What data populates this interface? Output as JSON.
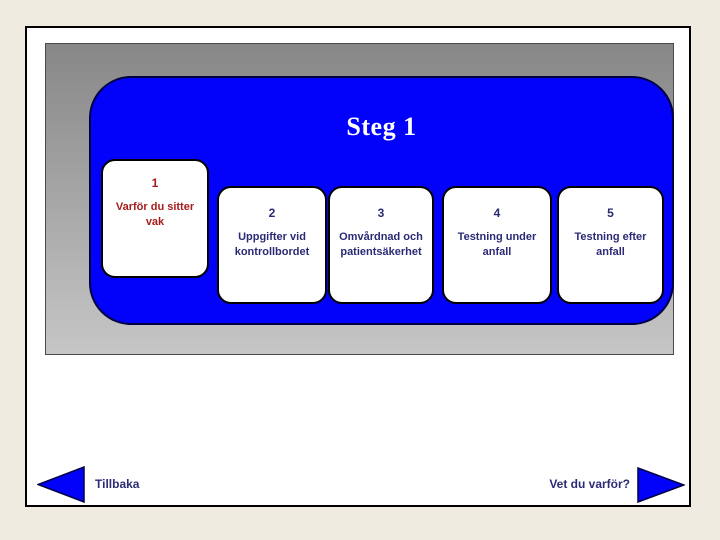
{
  "panel": {
    "title": "Steg 1"
  },
  "cards": [
    {
      "number": "1",
      "label": "Varför du sitter vak"
    },
    {
      "number": "2",
      "label": "Uppgifter vid kontrollbordet"
    },
    {
      "number": "3",
      "label": "Omvårdnad och patientsäkerhet"
    },
    {
      "number": "4",
      "label": "Testning under anfall"
    },
    {
      "number": "5",
      "label": "Testning efter anfall"
    }
  ],
  "nav": {
    "back_label": "Tillbaka",
    "forward_label": "Vet du varför?"
  },
  "colors": {
    "page_bg": "#F0EBE1",
    "slide_bg": "#FFFFFF",
    "blue": "#0201FA",
    "blue_border": "#000042",
    "gray_top": "#878787",
    "gray_bottom": "#C6C6C6",
    "navy_text": "#2B2B75",
    "red_text": "#A61C1C",
    "arrow_fill": "#0201FA",
    "arrow_stroke": "#000042"
  }
}
